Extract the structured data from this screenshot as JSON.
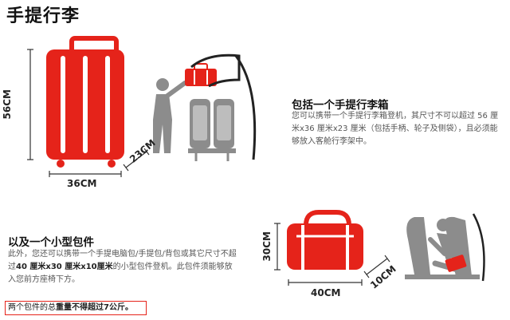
{
  "page_title": "手提行李",
  "carry_on": {
    "heading": "包括一个手提行李箱",
    "description": "您可以携带一个手提行李箱登机，其尺寸不可以超过 56 厘米x36 厘米x23 厘米（包括手柄、轮子及侧袋），且必须能够放入客舱行李架中。",
    "height_label": "56CM",
    "width_label": "36CM",
    "depth_label": "23CM"
  },
  "small_bag": {
    "heading": "以及一个小型包件",
    "description_prefix": "此外，您还可以携带一个手提电脑包/手提包/背包或其它尺寸不超过",
    "description_bold": "40 厘米x30 厘米x10厘米",
    "description_suffix": "的小型包件登机。此包件须能够放入您前方座椅下方。",
    "height_label": "30CM",
    "width_label": "40CM",
    "depth_label": "10CM"
  },
  "weight_notice": {
    "prefix": "两个包件的总",
    "bold": "重量不得超过7公斤。"
  },
  "colors": {
    "accent": "#e5231a",
    "gray": "#8c8c8c"
  }
}
